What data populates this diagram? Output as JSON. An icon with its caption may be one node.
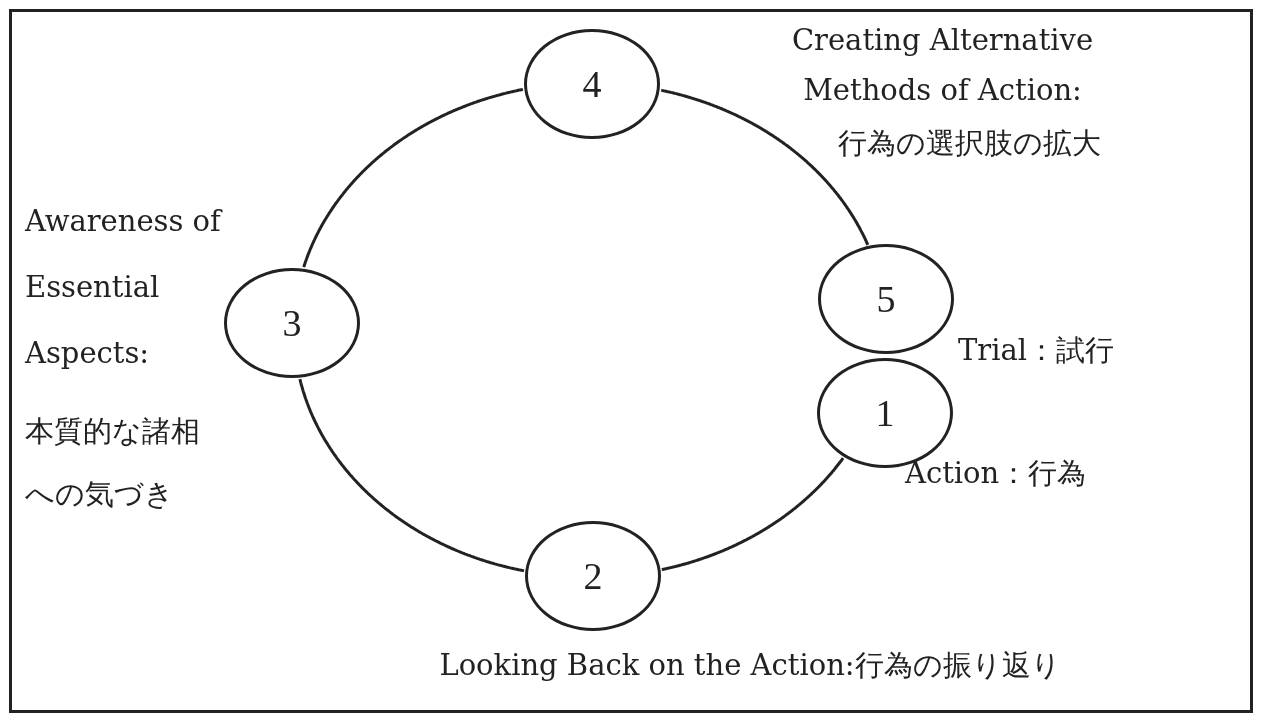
{
  "diagram": {
    "nodes": [
      {
        "text": [
          "1"
        ],
        "beside": [
          "Action：行為"
        ]
      },
      {
        "text": [
          "2"
        ],
        "beside": [
          "Looking Back on the Action:行為の振り返り"
        ]
      },
      {
        "text": [
          "3"
        ],
        "beside": [
          "Awareness of Essential Aspects:",
          "本質的な諸相への気づき"
        ]
      },
      {
        "text": [
          "4"
        ],
        "beside": [
          "Creating Alternative Methods of Action:",
          "行為の選択肢の拡大"
        ]
      },
      {
        "text": [
          "5"
        ],
        "beside": [
          "Trial：試行"
        ]
      }
    ],
    "edges": [
      {
        "from": 0,
        "to": 1,
        "arrow": "none"
      },
      {
        "from": 1,
        "to": 2,
        "arrow": "none"
      },
      {
        "from": 2,
        "to": 3,
        "arrow": "none"
      },
      {
        "from": 3,
        "to": 4,
        "arrow": "none"
      }
    ]
  }
}
